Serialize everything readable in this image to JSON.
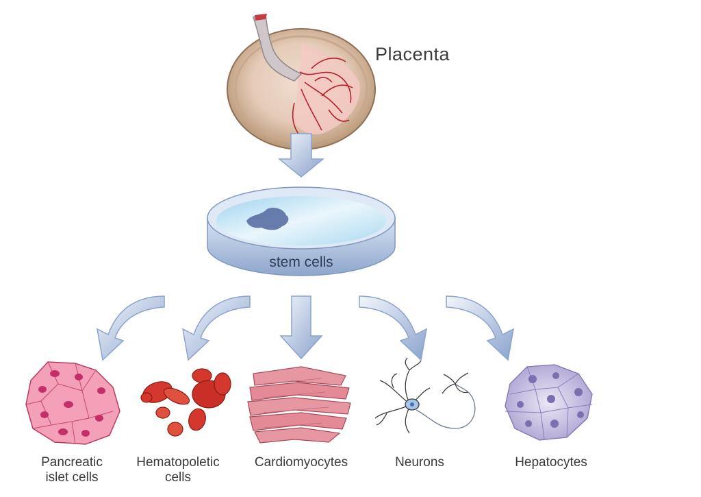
{
  "source": {
    "label": "Placenta",
    "colors": {
      "rim": "#c9ad93",
      "vessels": "#b4202a",
      "cord": "#b8b1b3"
    }
  },
  "dish": {
    "label": "stem cells",
    "colors": {
      "liquid": "#bfe4f5",
      "rim": "#9fb6d2",
      "cluster": "#5a6fa3"
    }
  },
  "arrow_color": "#8ea6cf",
  "cell_types": [
    {
      "id": "pancreatic",
      "lines": [
        "Pancreatic",
        "islet cells"
      ],
      "color": "#ef7fa3"
    },
    {
      "id": "hematopoietic",
      "lines": [
        "Hematopoletic",
        "cells"
      ],
      "color": "#d4382d"
    },
    {
      "id": "cardio",
      "lines": [
        "Cardiomyocytes"
      ],
      "color": "#e2848e"
    },
    {
      "id": "neurons",
      "lines": [
        "Neurons"
      ],
      "color": "#4a6fb0"
    },
    {
      "id": "hepato",
      "lines": [
        "Hepatocytes"
      ],
      "color": "#b6abd6"
    }
  ]
}
